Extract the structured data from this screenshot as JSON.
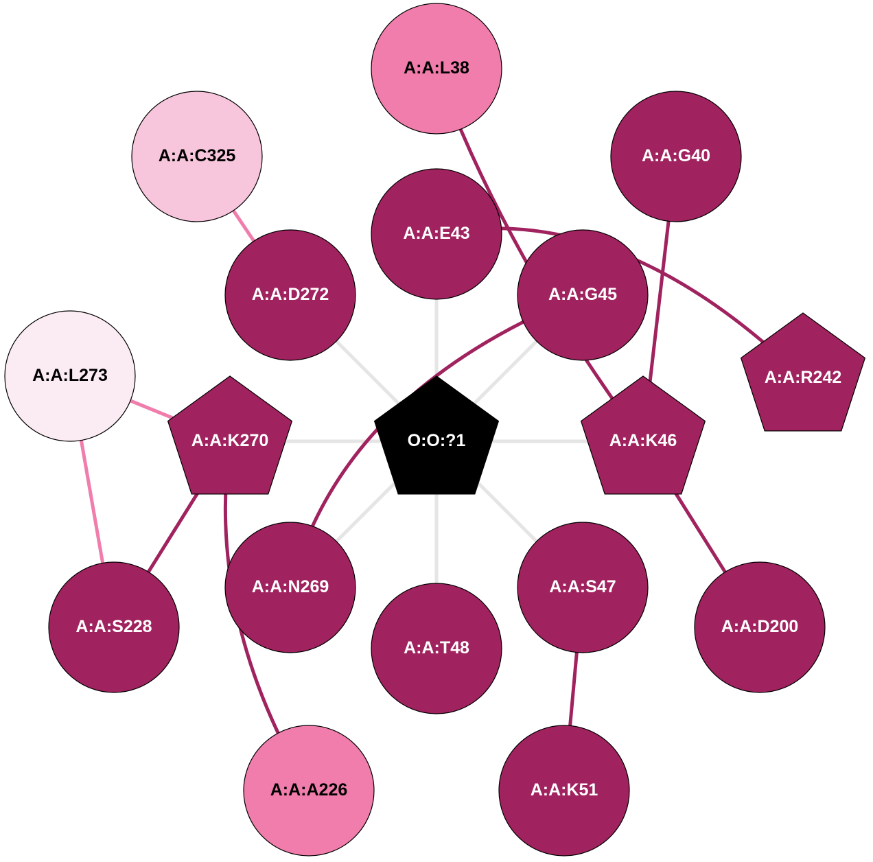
{
  "colors": {
    "dark": "#a0225e",
    "pink": "#f07dab",
    "light_pink": "#f8c6dc",
    "pale_pink": "#fbebf3",
    "ligand": "#000000",
    "contact_edge": "#e5e5e5"
  },
  "nodes": [
    {
      "id": "L38",
      "label": "A:A:L38",
      "shape": "circle",
      "fill": "pink"
    },
    {
      "id": "C325",
      "label": "A:A:C325",
      "shape": "circle",
      "fill": "light_pink"
    },
    {
      "id": "G40",
      "label": "A:A:G40",
      "shape": "circle",
      "fill": "dark"
    },
    {
      "id": "E43",
      "label": "A:A:E43",
      "shape": "circle",
      "fill": "dark"
    },
    {
      "id": "D272",
      "label": "A:A:D272",
      "shape": "circle",
      "fill": "dark"
    },
    {
      "id": "G45",
      "label": "A:A:G45",
      "shape": "circle",
      "fill": "dark"
    },
    {
      "id": "L273",
      "label": "A:A:L273",
      "shape": "circle",
      "fill": "pale_pink"
    },
    {
      "id": "K270",
      "label": "A:A:K270",
      "shape": "pentagon",
      "fill": "dark"
    },
    {
      "id": "LIG",
      "label": "O:O:?1",
      "shape": "pentagon",
      "fill": "ligand"
    },
    {
      "id": "K46",
      "label": "A:A:K46",
      "shape": "pentagon",
      "fill": "dark"
    },
    {
      "id": "R242",
      "label": "A:A:R242",
      "shape": "pentagon",
      "fill": "dark"
    },
    {
      "id": "N269",
      "label": "A:A:N269",
      "shape": "circle",
      "fill": "dark"
    },
    {
      "id": "S228",
      "label": "A:A:S228",
      "shape": "circle",
      "fill": "dark"
    },
    {
      "id": "T48",
      "label": "A:A:T48",
      "shape": "circle",
      "fill": "dark"
    },
    {
      "id": "S47",
      "label": "A:A:S47",
      "shape": "circle",
      "fill": "dark"
    },
    {
      "id": "D200",
      "label": "A:A:D200",
      "shape": "circle",
      "fill": "dark"
    },
    {
      "id": "A226",
      "label": "A:A:A226",
      "shape": "circle",
      "fill": "pink"
    },
    {
      "id": "K51",
      "label": "A:A:K51",
      "shape": "circle",
      "fill": "dark"
    }
  ],
  "edges": [
    {
      "from": "LIG",
      "to": "E43",
      "color": "contact_edge"
    },
    {
      "from": "LIG",
      "to": "D272",
      "color": "contact_edge"
    },
    {
      "from": "LIG",
      "to": "G45",
      "color": "contact_edge"
    },
    {
      "from": "LIG",
      "to": "K270",
      "color": "contact_edge"
    },
    {
      "from": "LIG",
      "to": "K46",
      "color": "contact_edge"
    },
    {
      "from": "LIG",
      "to": "N269",
      "color": "contact_edge"
    },
    {
      "from": "LIG",
      "to": "T48",
      "color": "contact_edge"
    },
    {
      "from": "LIG",
      "to": "S47",
      "color": "contact_edge"
    },
    {
      "from": "C325",
      "to": "D272",
      "color": "pink"
    },
    {
      "from": "L273",
      "to": "K270",
      "color": "pink"
    },
    {
      "from": "L273",
      "to": "S228",
      "color": "pink"
    },
    {
      "from": "L38",
      "to": "K46",
      "color": "dark"
    },
    {
      "from": "E43",
      "to": "R242",
      "color": "dark"
    },
    {
      "from": "G45",
      "to": "N269",
      "color": "dark"
    },
    {
      "from": "G40",
      "to": "K46",
      "color": "dark"
    },
    {
      "from": "K270",
      "to": "S228",
      "color": "dark"
    },
    {
      "from": "K270",
      "to": "A226",
      "color": "dark"
    },
    {
      "from": "K46",
      "to": "D200",
      "color": "dark"
    },
    {
      "from": "S47",
      "to": "K51",
      "color": "dark"
    }
  ]
}
